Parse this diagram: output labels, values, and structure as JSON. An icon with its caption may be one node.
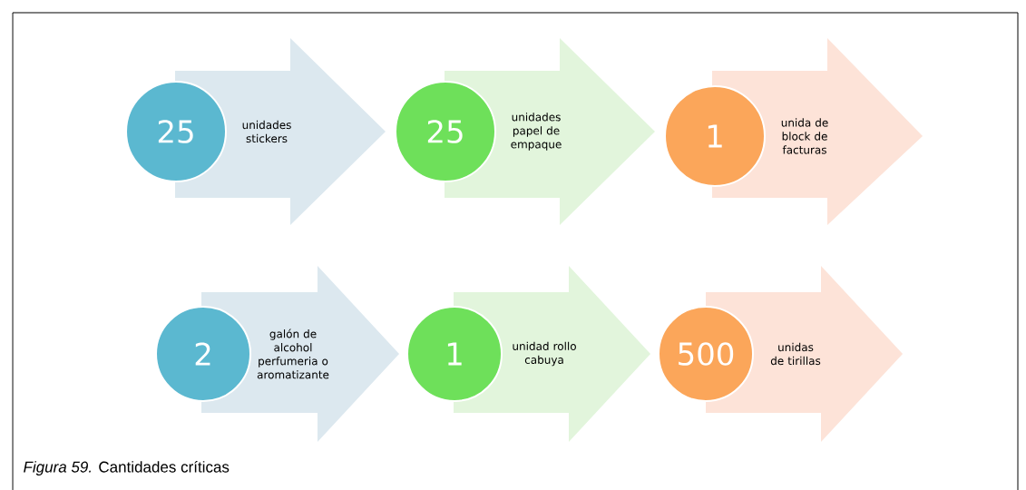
{
  "diagram": {
    "caption": "*Figura 59.*  Cantidades críticas",
    "nodes": [
      {
        "text": [
          "25"
        ]
      },
      {
        "text": [
          "unidades stickers"
        ]
      },
      {
        "text": [
          "25"
        ]
      },
      {
        "text": [
          "unidades papel de empaque"
        ]
      },
      {
        "text": [
          "1"
        ]
      },
      {
        "text": [
          "unida de block de facturas"
        ]
      },
      {
        "text": [
          "2"
        ]
      },
      {
        "text": [
          "galón de alcohol perfumeria o aromatizante"
        ]
      },
      {
        "text": [
          "1"
        ]
      },
      {
        "text": [
          "unidad rollo cabuya"
        ]
      },
      {
        "text": [
          "500"
        ]
      },
      {
        "text": [
          "unidas de tirillas"
        ]
      }
    ]
  }
}
